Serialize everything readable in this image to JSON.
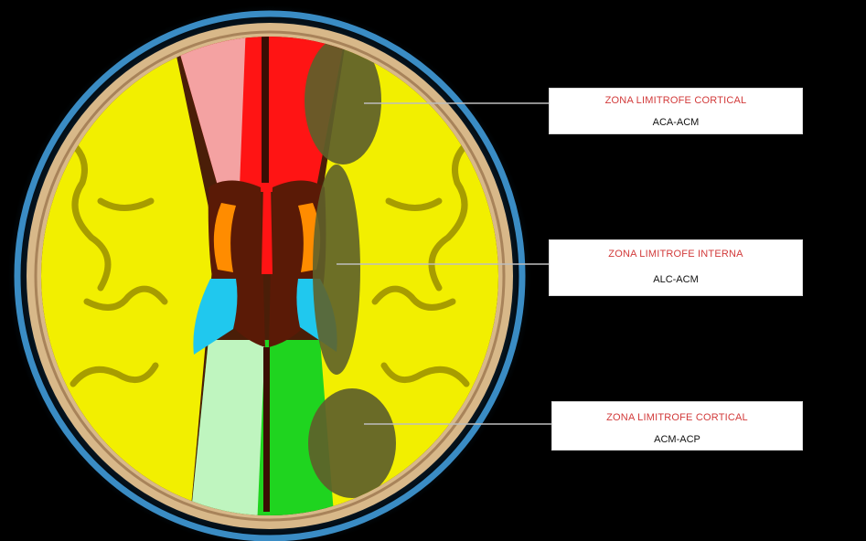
{
  "colors": {
    "background": "#000000",
    "skull_outer": "#2a7fb0",
    "bone": "#d9b98a",
    "mca_territory": "#f2f000",
    "aca_territory": "#ff1a1a",
    "pca_territory": "#1fd31f",
    "watershed_shade": "#5d5f2a",
    "caudate": "#ff8a00",
    "thalamus": "#22c8ee",
    "title_text": "#d23a3a"
  },
  "annotations": [
    {
      "title": "ZONA LIMITROFE CORTICAL",
      "subtitle": "ACA-ACM"
    },
    {
      "title": "ZONA LIMITROFE INTERNA",
      "subtitle": "ALC-ACM"
    },
    {
      "title": "ZONA LIMITROFE CORTICAL",
      "subtitle": "ACM-ACP"
    }
  ]
}
